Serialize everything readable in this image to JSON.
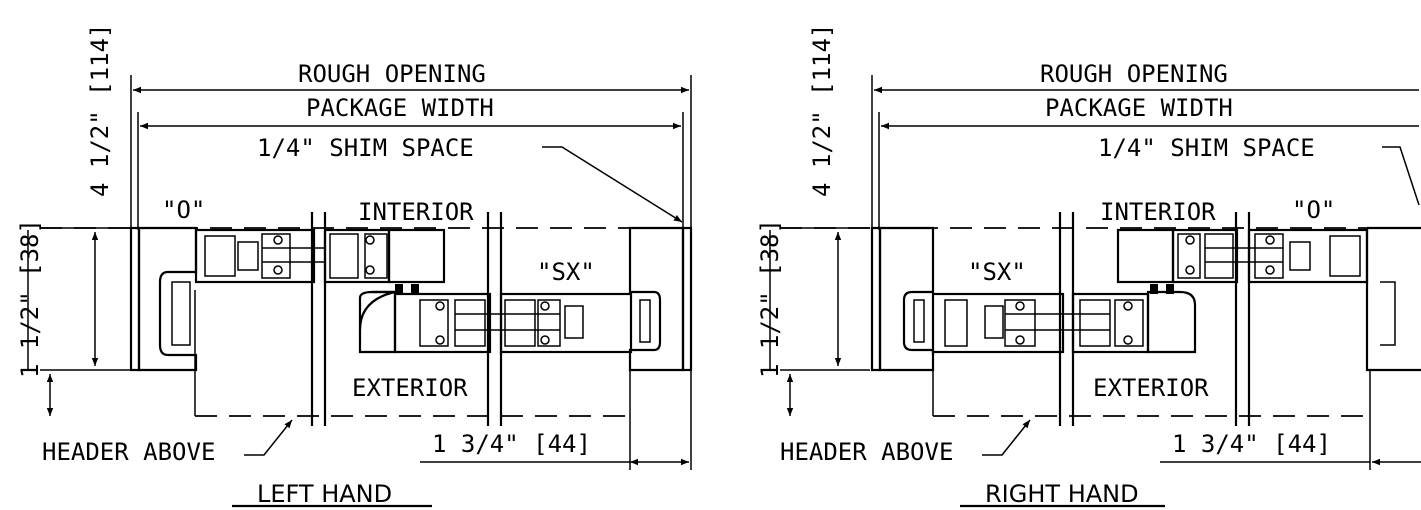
{
  "left": {
    "rough_opening": "ROUGH OPENING",
    "package_width": "PACKAGE WIDTH",
    "shim_space": "1/4\" SHIM SPACE",
    "interior": "INTERIOR",
    "exterior": "EXTERIOR",
    "panel_fixed": "\"O\"",
    "panel_sliding": "\"SX\"",
    "header_above": "HEADER ABOVE",
    "dim_depth": "1 3/4\" [44]",
    "dim_total": "4 1/2\" [114]",
    "dim_frame": "1 1/2\" [38]",
    "hand_label": "LEFT HAND"
  },
  "right": {
    "rough_opening": "ROUGH OPENING",
    "package_width": "PACKAGE WIDTH",
    "shim_space": "1/4\" SHIM SPACE",
    "interior": "INTERIOR",
    "exterior": "EXTERIOR",
    "panel_fixed": "\"O\"",
    "panel_sliding": "\"SX\"",
    "header_above": "HEADER ABOVE",
    "dim_depth": "1 3/4\" [44]",
    "dim_total": "4 1/2\" [114]",
    "dim_frame": "1 1/2\" [38]",
    "hand_label": "RIGHT HAND"
  }
}
